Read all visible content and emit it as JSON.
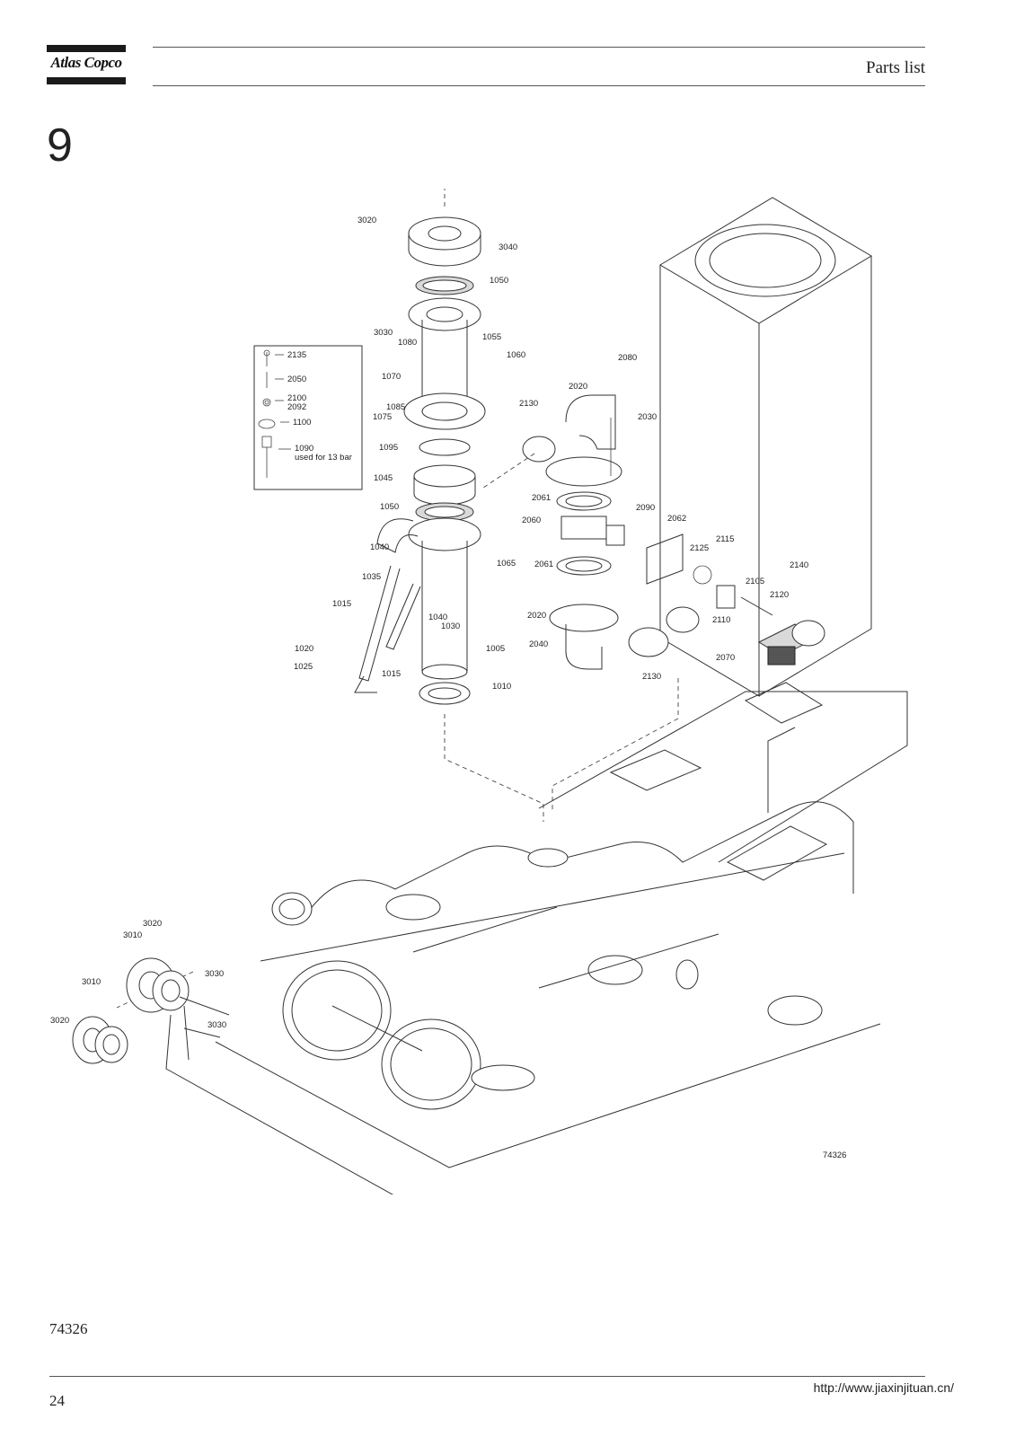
{
  "header": {
    "brand": "Atlas Copco",
    "title": "Parts list"
  },
  "section": {
    "number": "9"
  },
  "drawing": {
    "callouts": [
      "3020",
      "3040",
      "1050",
      "3030",
      "1080",
      "1055",
      "1060",
      "1070",
      "1085",
      "1075",
      "2080",
      "2020",
      "2130",
      "2030",
      "1095",
      "1045",
      "1050",
      "2061",
      "2060",
      "2090",
      "2062",
      "2115",
      "2125",
      "1040",
      "1035",
      "1065",
      "2061",
      "2140",
      "2105",
      "2120",
      "1015",
      "1040",
      "1030",
      "2020",
      "2110",
      "1020",
      "1005",
      "2040",
      "2070",
      "1025",
      "1015",
      "1010",
      "2130",
      "3020",
      "3010",
      "3010",
      "3030",
      "3020",
      "3030"
    ],
    "inset_box": {
      "items": [
        {
          "callout": "2135"
        },
        {
          "callout": "2050"
        },
        {
          "callout": "2100",
          "callout_2": "2092"
        },
        {
          "callout": "1100"
        },
        {
          "callout": "1090",
          "note": "used for 13 bar"
        }
      ]
    },
    "figure_id": "74326"
  },
  "footer": {
    "doc_number": "74326",
    "page_number": "24",
    "url": "http://www.jiaxinjituan.cn/"
  }
}
